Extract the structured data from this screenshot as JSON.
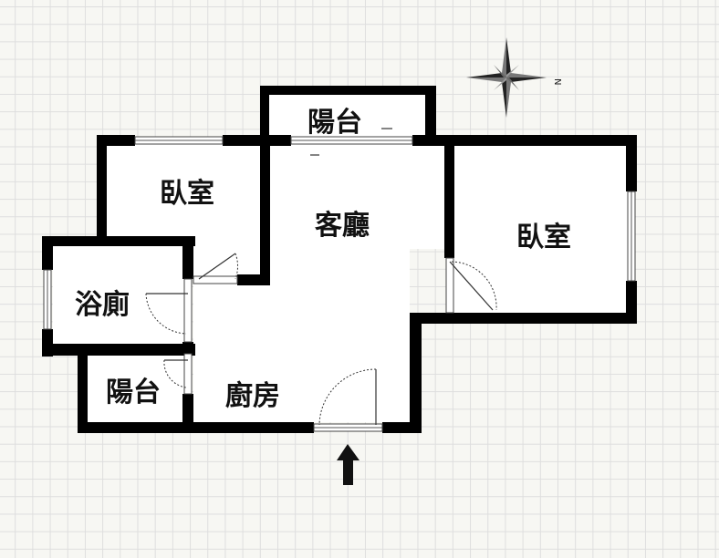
{
  "colors": {
    "wall": "#000000",
    "floor": "#ffffff",
    "grid": "#dedede",
    "background": "#f7f7f3"
  },
  "compass": {
    "label": "N",
    "icon": "compass-rose-icon"
  },
  "entrance": {
    "icon": "arrow-up-icon"
  },
  "rooms": {
    "balcony_top": "陽台",
    "bedroom_left": "臥室",
    "living_room": "客廳",
    "bedroom_right": "臥室",
    "bathroom": "浴廁",
    "balcony_small": "陽台",
    "kitchen": "廚房"
  }
}
